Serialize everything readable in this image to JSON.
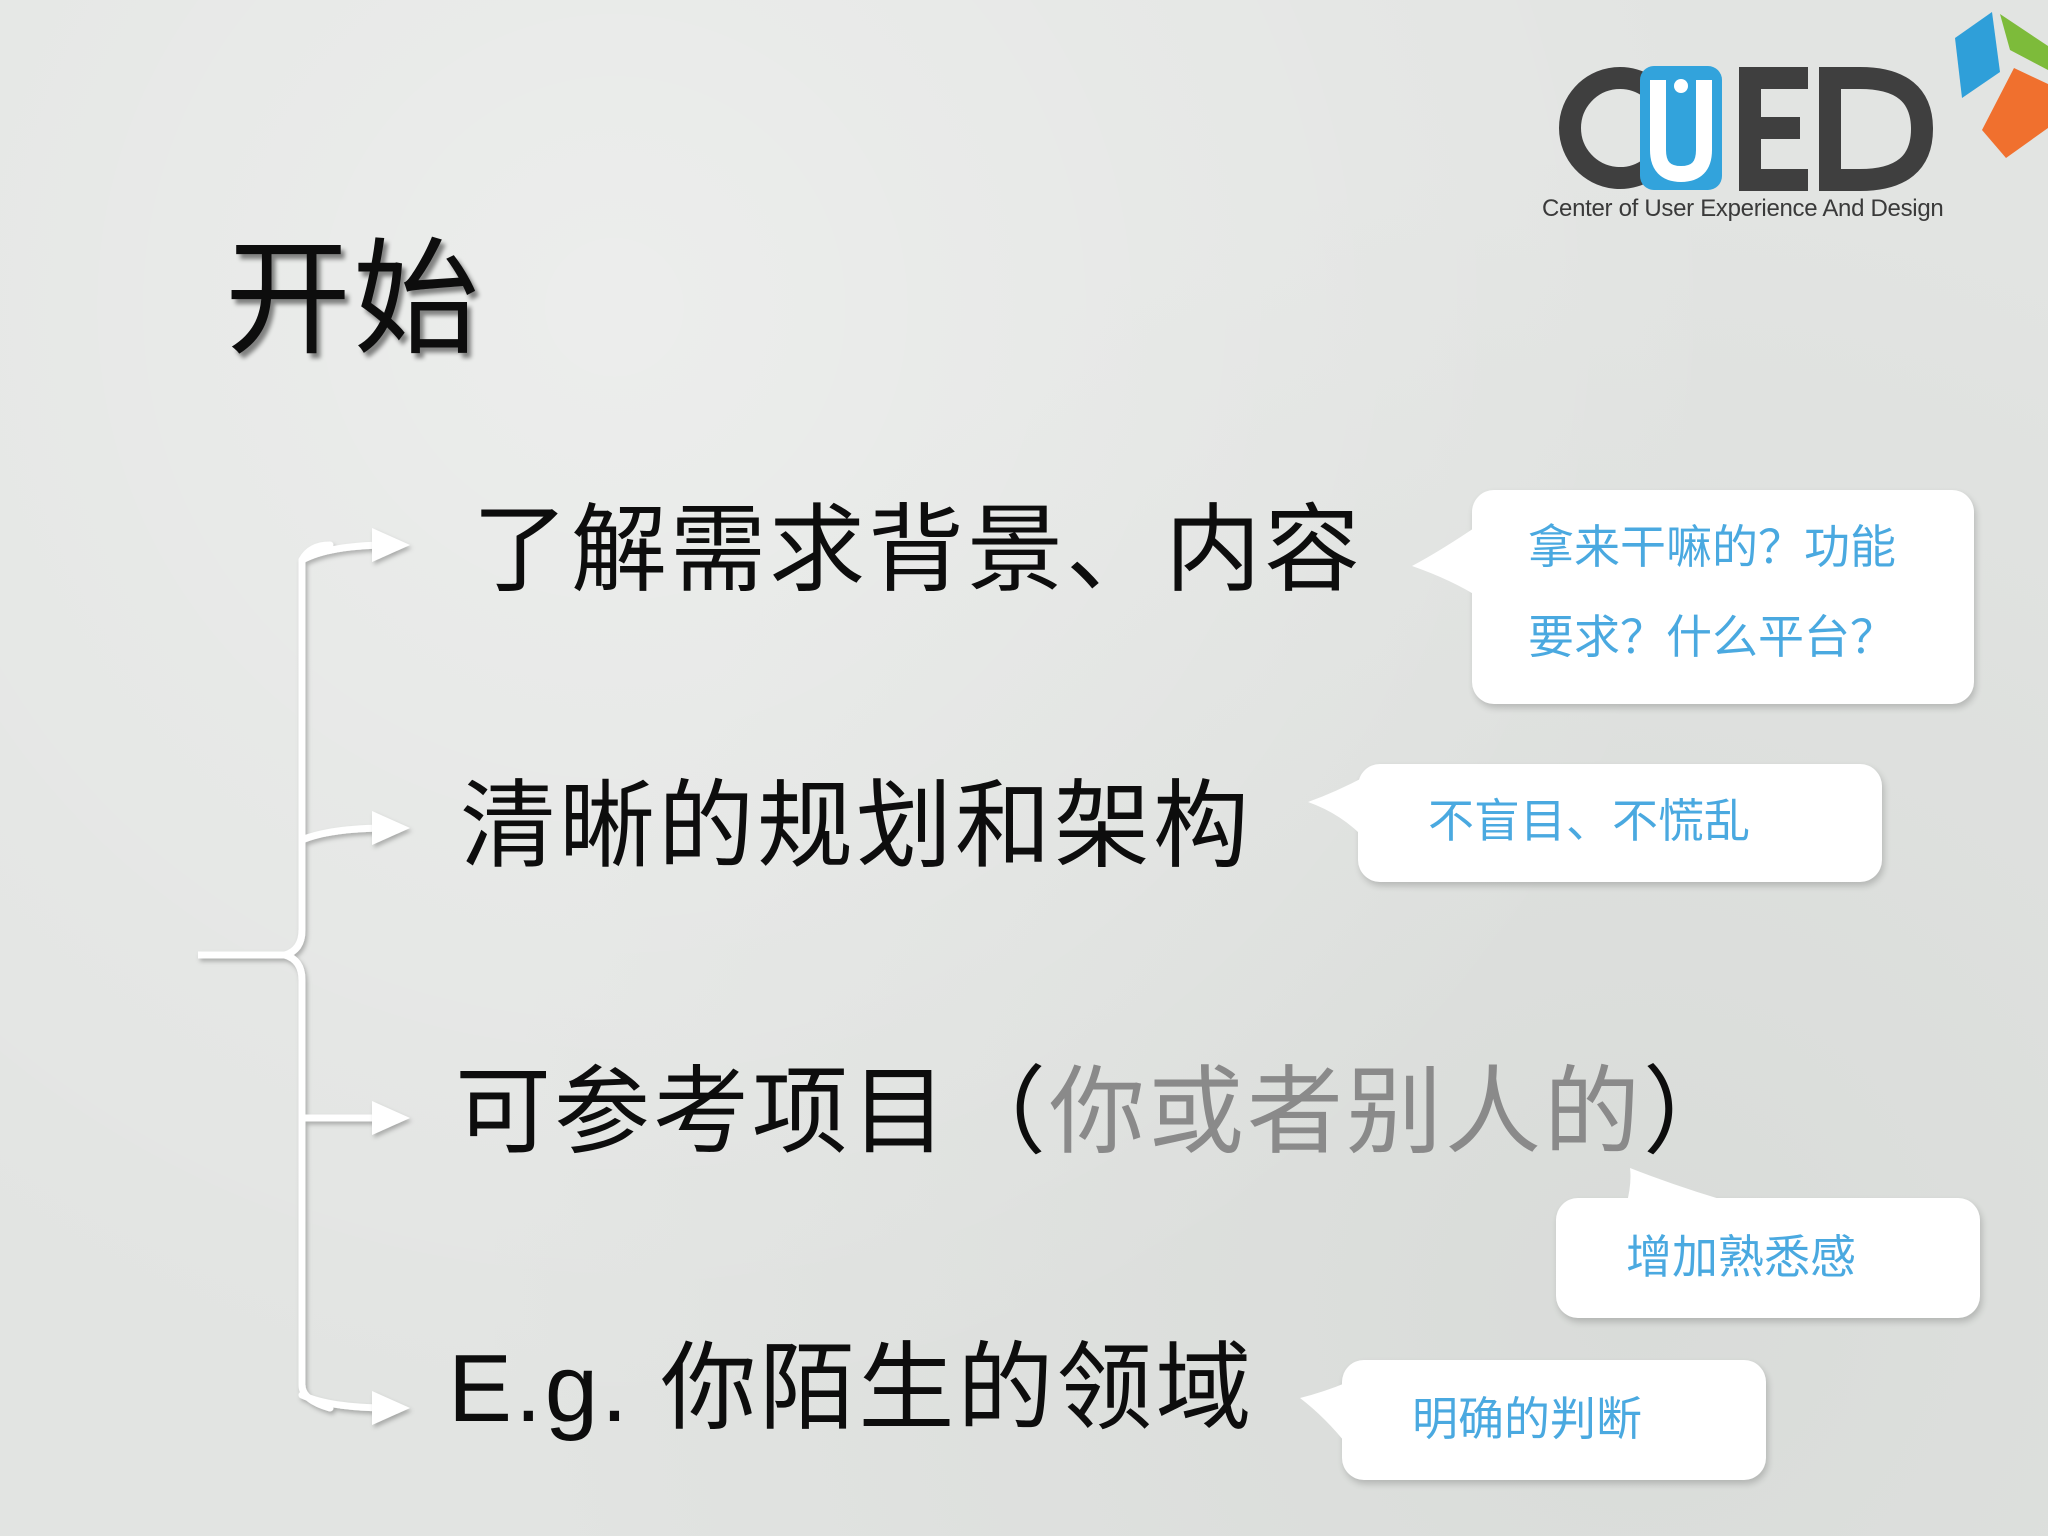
{
  "slide": {
    "title": "开始",
    "logo": {
      "wordmark": "CUED",
      "tagline": "Center of User Experience And Design",
      "icon": "cube-logo-icon",
      "colors": {
        "letters": "#3f3f3f",
        "u_badge": "#32a3dc",
        "cube_blue": "#2f9fd9",
        "cube_green": "#7dbb3a",
        "cube_orange": "#f0702e"
      }
    },
    "items": [
      {
        "text": "了解需求背景、内容",
        "bubble": {
          "lines": [
            "拿来干嘛的？功能",
            "要求？什么平台？"
          ]
        }
      },
      {
        "text": "清晰的规划和架构",
        "bubble": {
          "lines": [
            "不盲目、不慌乱"
          ]
        }
      },
      {
        "text_main": "可参考项目（",
        "text_muted": "你或者别人的",
        "text_close": "）",
        "bubble": {
          "lines": [
            "增加熟悉感"
          ]
        }
      },
      {
        "text_prefix": "E.g. ",
        "text_main": "你陌生的领域",
        "bubble": {
          "lines": [
            "明确的判断"
          ]
        }
      }
    ],
    "colors": {
      "bubble_text": "#4aa9e0",
      "muted_text": "#8a8a8a",
      "bracket": "#ffffff"
    }
  }
}
